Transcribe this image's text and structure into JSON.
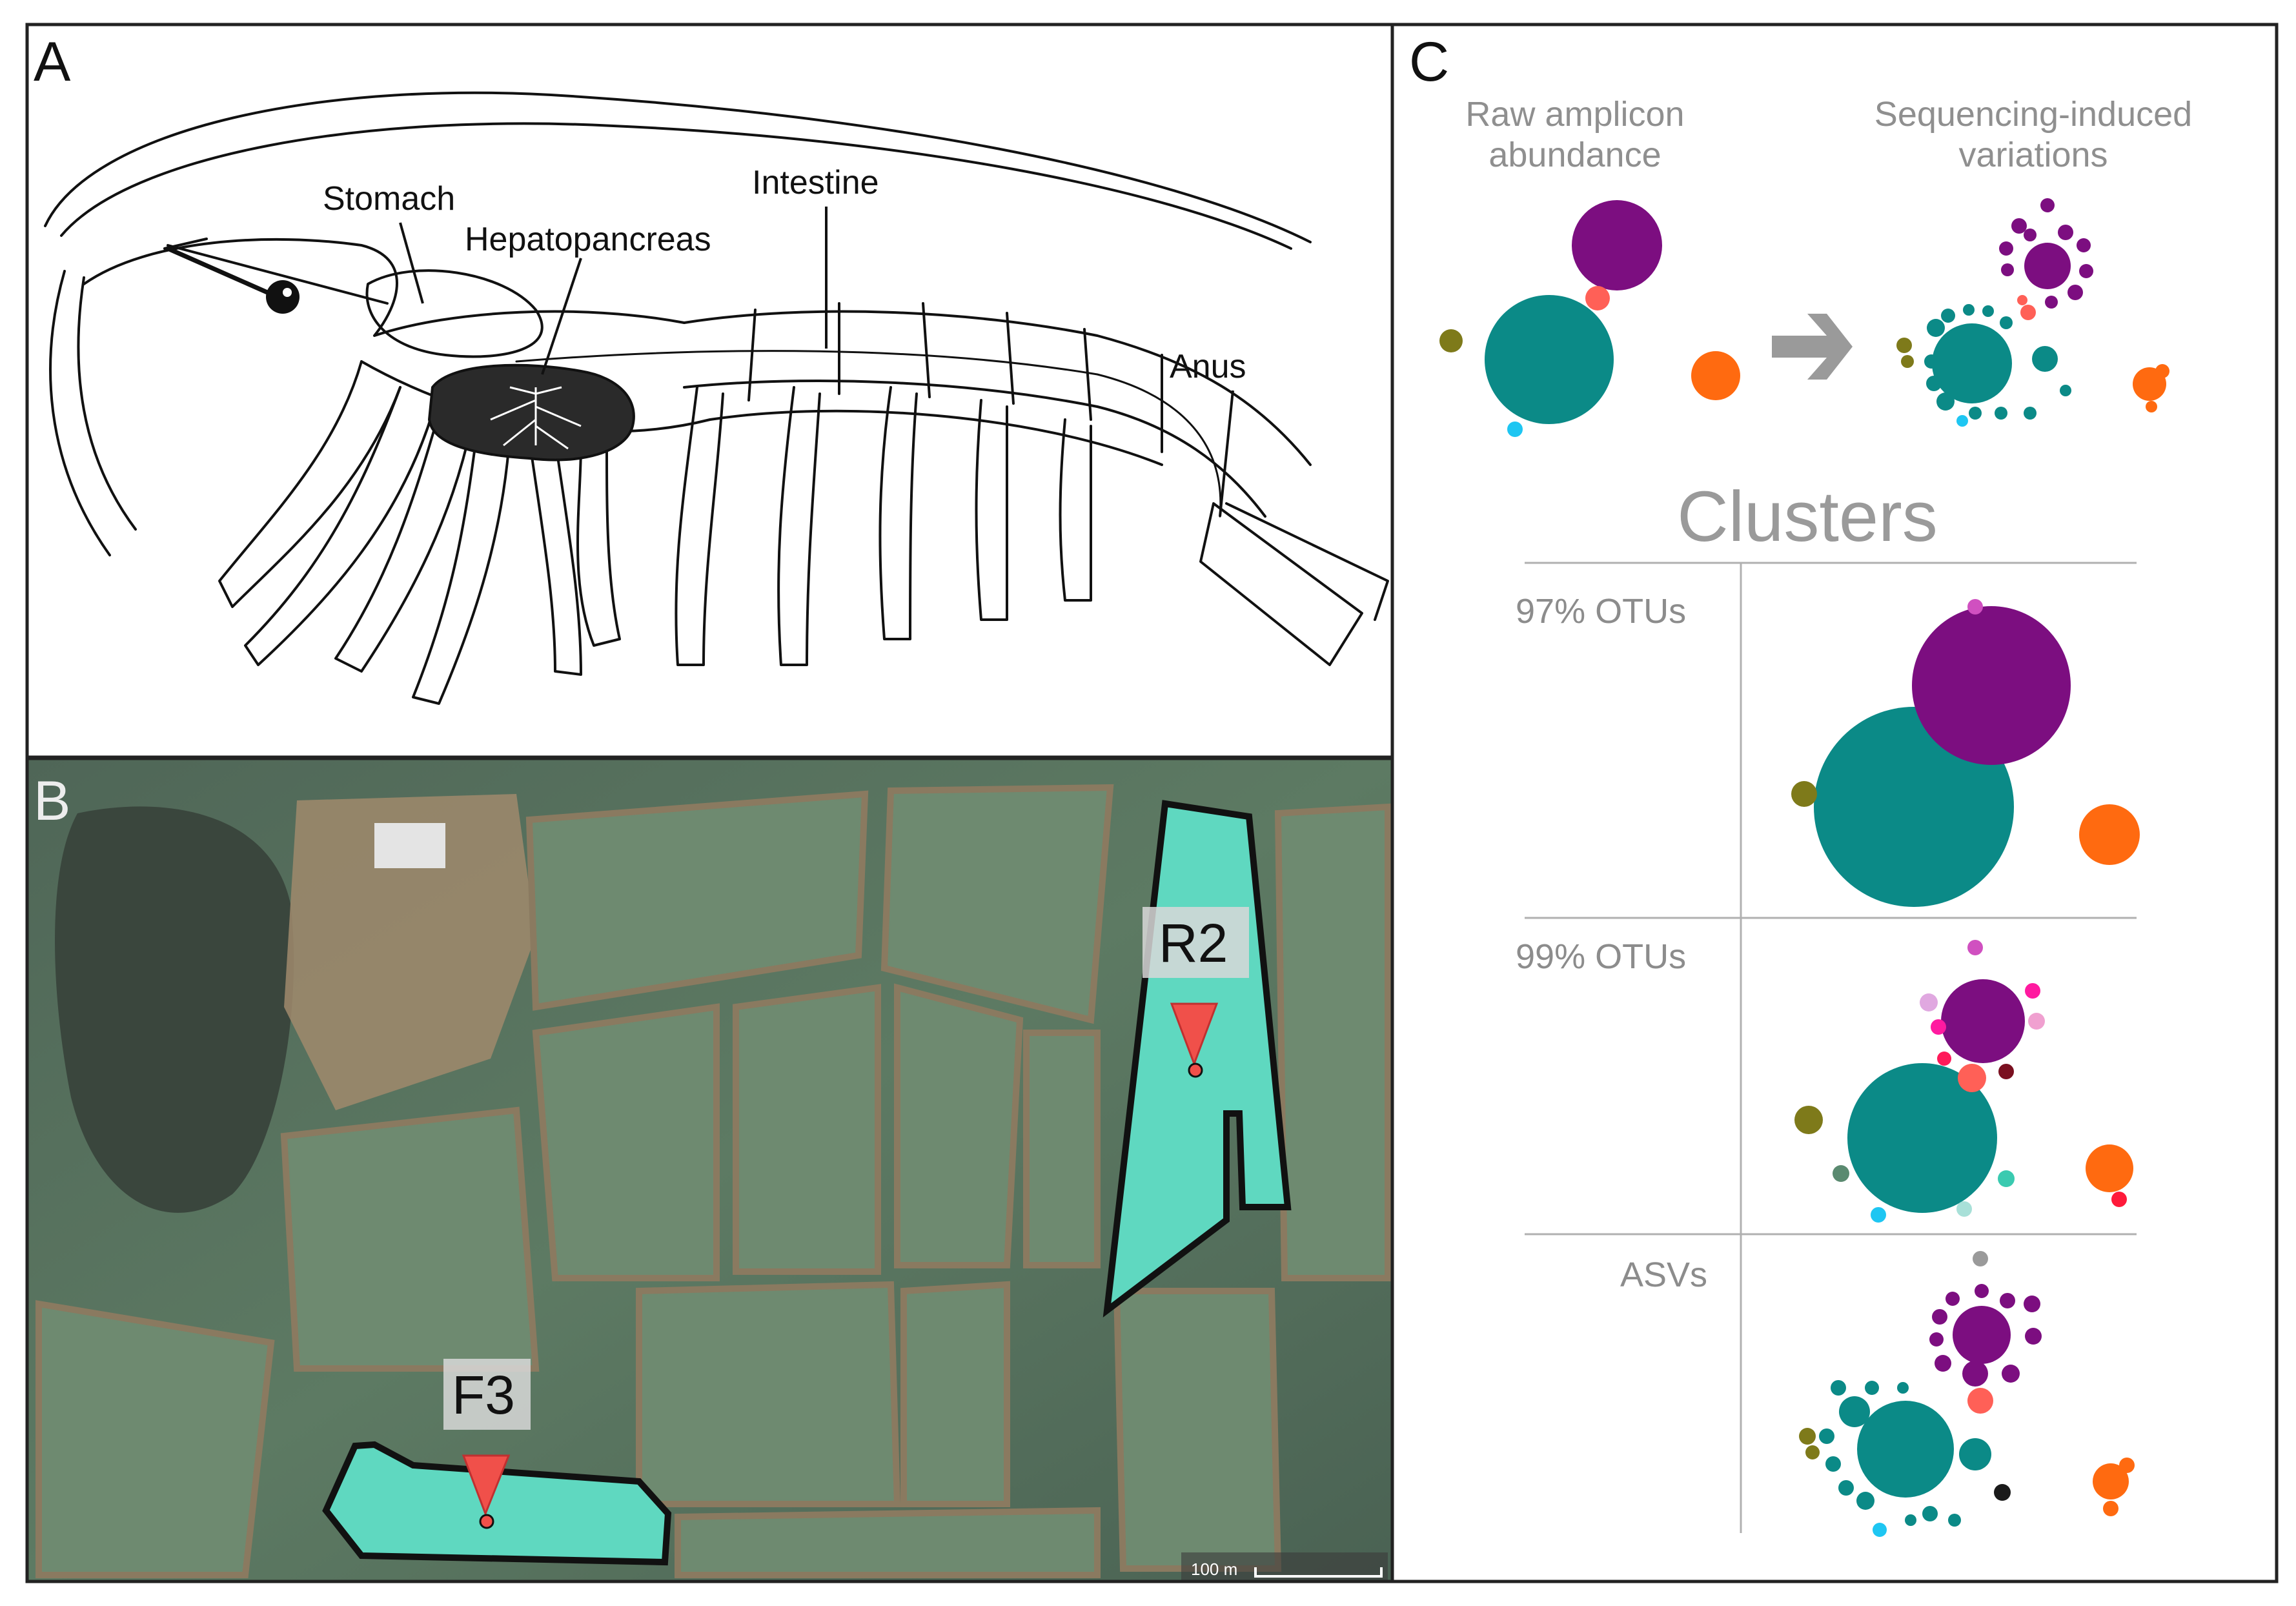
{
  "figure": {
    "panels": {
      "a": {
        "letter": "A"
      },
      "b": {
        "letter": "B"
      },
      "c": {
        "letter": "C"
      }
    }
  },
  "anatomy": {
    "labels": {
      "stomach": "Stomach",
      "hepatopancreas": "Hepatopancreas",
      "intestine": "Intestine",
      "anus": "Anus"
    }
  },
  "map": {
    "ponds": {
      "r2": {
        "label": "R2",
        "fill": "#5fd8c0"
      },
      "f3": {
        "label": "F3",
        "fill": "#5fd8c0"
      }
    },
    "marker_color": "#f0504a",
    "scale_label": "100 m"
  },
  "clusters": {
    "raw_title": [
      "Raw amplicon",
      "abundance"
    ],
    "seq_title": [
      "Sequencing-induced",
      "variations"
    ],
    "heading": "Clusters",
    "rows": {
      "otu97": "97% OTUs",
      "otu99": "99% OTUs",
      "asv": "ASVs"
    },
    "arrow_icon": "right-arrow-icon",
    "colors": {
      "teal": "#0b8a87",
      "purple": "#7c0e80",
      "orange": "#ff6a10",
      "olive": "#7e7a1a",
      "salmon": "#ff6057",
      "cyan": "#1ec6f2",
      "pink": "#d050c0",
      "gray": "#9a9a9a",
      "black": "#1a1a1a"
    }
  }
}
